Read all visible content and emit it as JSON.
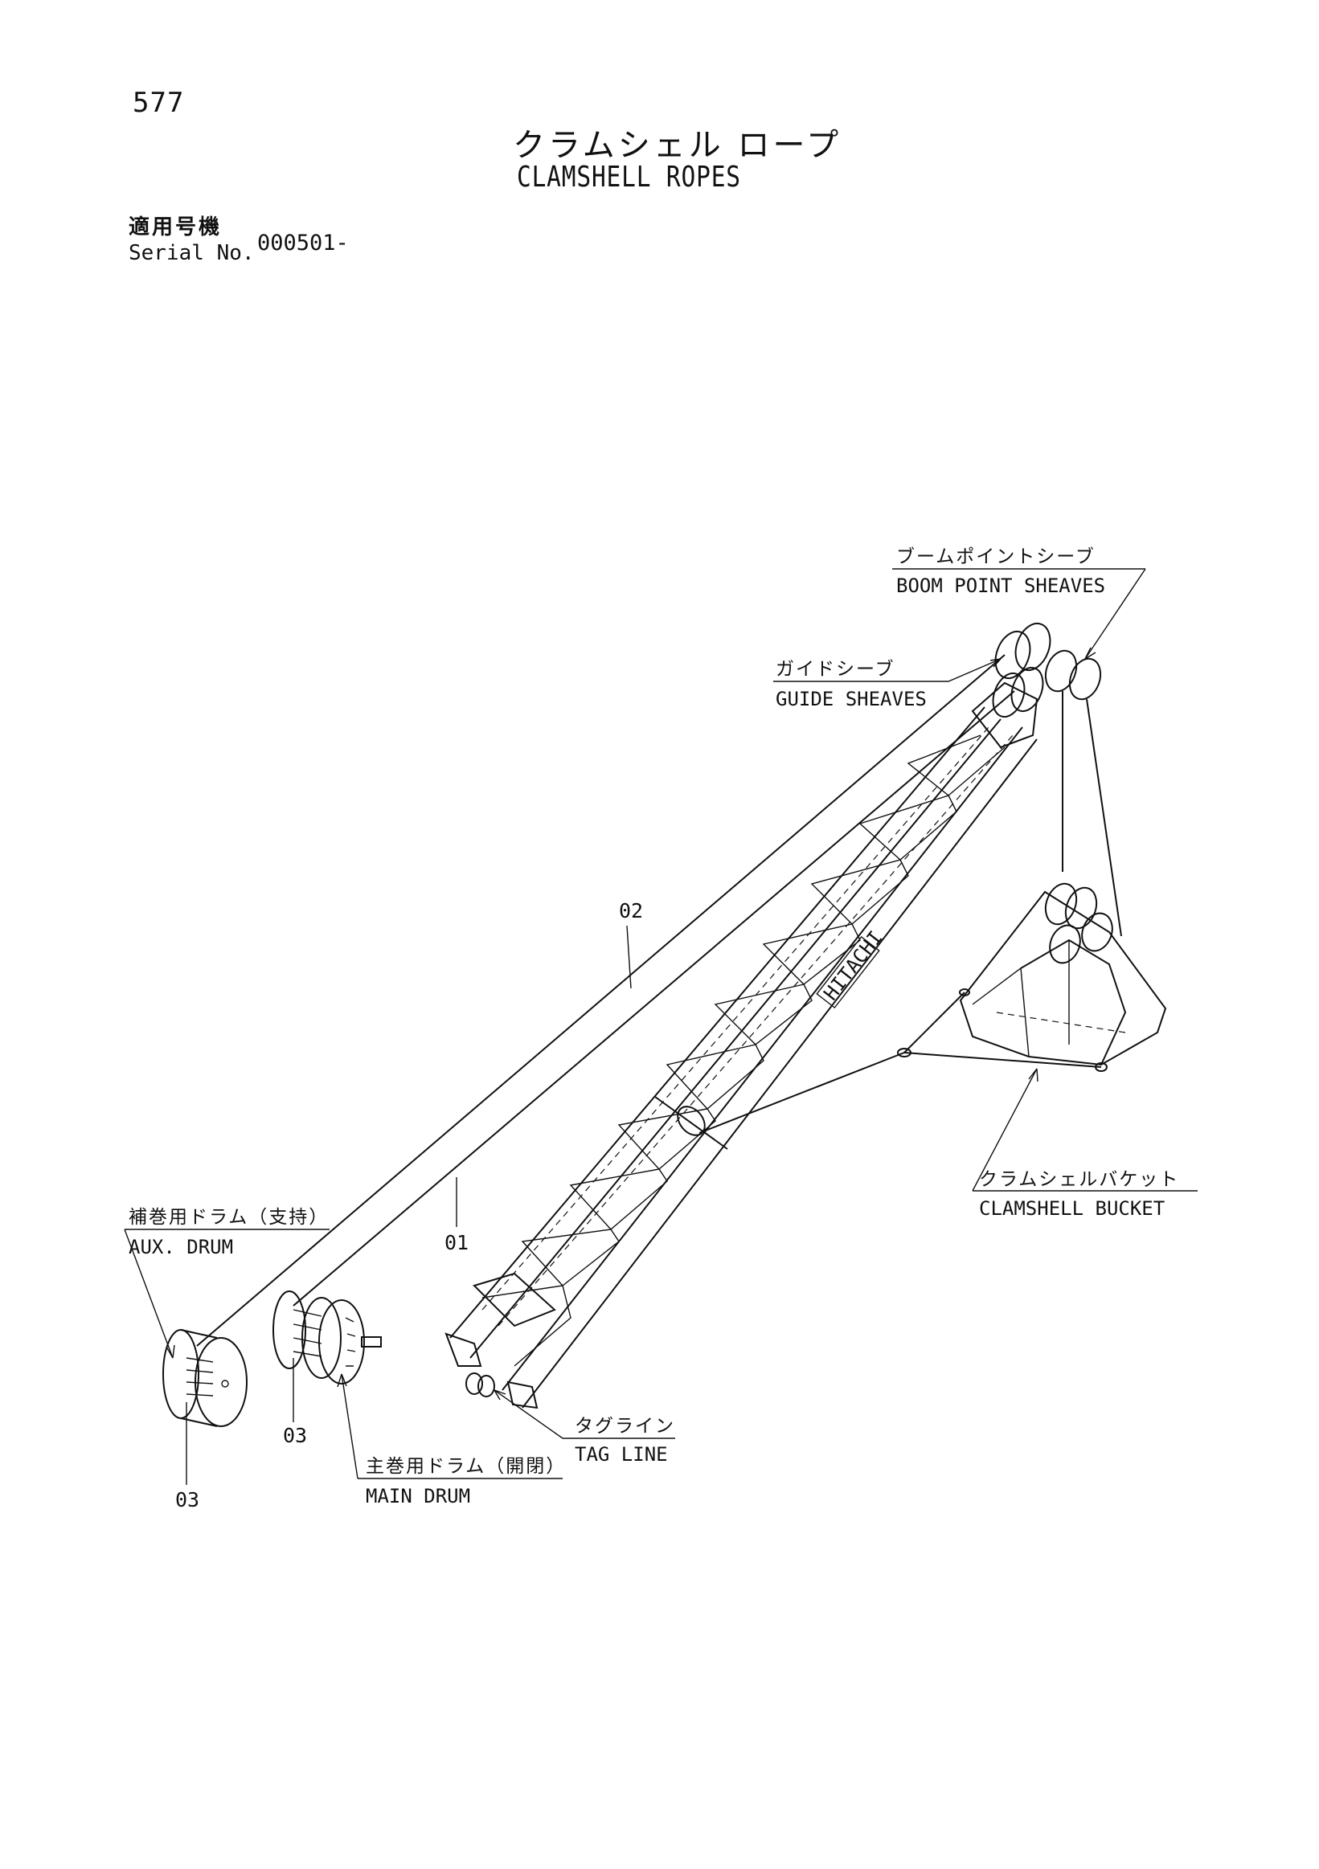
{
  "page_number": "577",
  "title": {
    "japanese": "クラムシェル ロープ",
    "english": "CLAMSHELL ROPES"
  },
  "serial": {
    "label_jp": "適用号機",
    "label_en": "Serial No.",
    "value": "000501-"
  },
  "callouts": {
    "boom_point_sheaves": {
      "jp": "ブームポイントシーブ",
      "en": "BOOM POINT SHEAVES"
    },
    "guide_sheaves": {
      "jp": "ガイドシーブ",
      "en": "GUIDE SHEAVES"
    },
    "clamshell_bucket": {
      "jp": "クラムシェルバケット",
      "en": "CLAMSHELL BUCKET"
    },
    "aux_drum": {
      "jp": "補巻用ドラム（支持）",
      "en": "AUX. DRUM"
    },
    "main_drum": {
      "jp": "主巻用ドラム（開閉）",
      "en": "MAIN DRUM"
    },
    "tag_line": {
      "jp": "タグライン",
      "en": "TAG LINE"
    }
  },
  "part_numbers": {
    "rope_02": "02",
    "rope_01": "01",
    "part_03_main": "03",
    "part_03_aux": "03"
  },
  "boom_marking": "HITACHI"
}
